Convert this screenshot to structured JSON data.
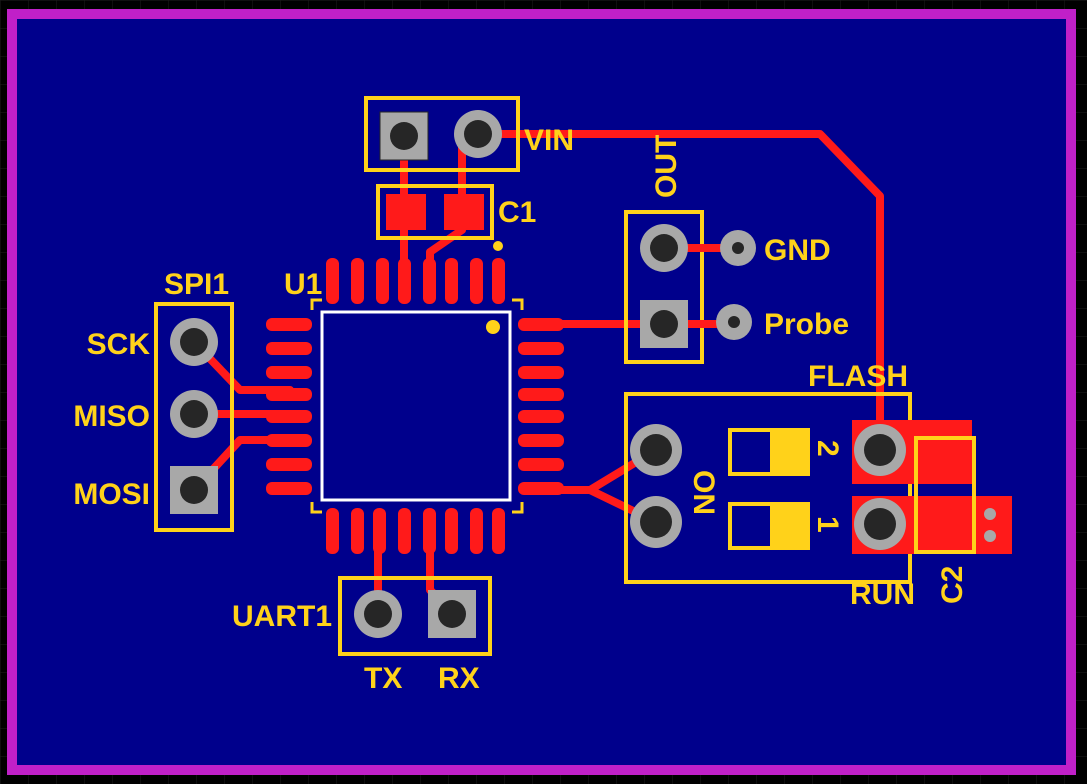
{
  "board": {
    "background_color": "#000000",
    "grid_color": "#1a1a1a",
    "board_color": "#00008c",
    "outline_color": "#c020c8",
    "copper_color": "#ff1a1a",
    "silk_color": "#ffd21a",
    "pad_gray": "#a8a8a8",
    "pad_dark": "#262626"
  },
  "labels": {
    "vin": "VIN",
    "c1": "C1",
    "u1": "U1",
    "spi1": "SPI1",
    "sck": "SCK",
    "miso": "MISO",
    "mosi": "MOSI",
    "out": "OUT",
    "gnd": "GND",
    "probe": "Probe",
    "flash": "FLASH",
    "run": "RUN",
    "c2": "C2",
    "on": "ON",
    "sw1": "1",
    "sw2": "2",
    "uart1": "UART1",
    "tx": "TX",
    "rx": "RX"
  }
}
